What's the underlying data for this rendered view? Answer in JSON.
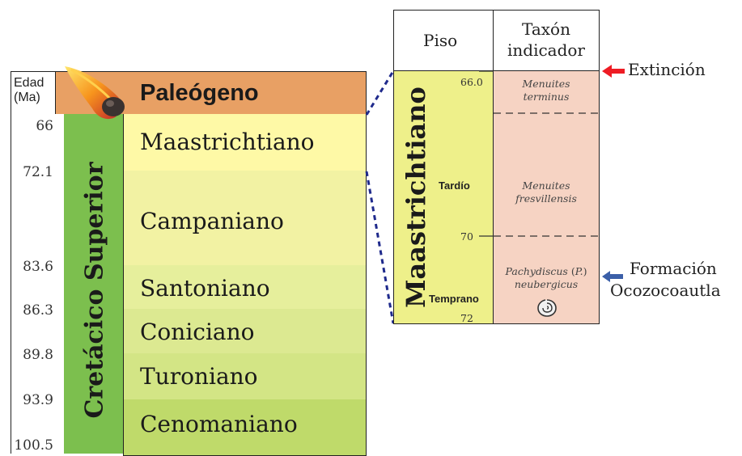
{
  "left_table": {
    "header_label": "Edad\n(Ma)",
    "era_label": "Paleógeno",
    "series_label": "Cretácico Superior",
    "ages": [
      "66",
      "72.1",
      "83.6",
      "86.3",
      "89.8",
      "93.9",
      "100.5"
    ],
    "stages": [
      "Maastrichtiano",
      "Campaniano",
      "Santoniano",
      "Coniciano",
      "Turoniano",
      "Cenomaniano"
    ]
  },
  "right_table": {
    "col_piso": "Piso",
    "col_taxon": "Taxón\nindicador",
    "stage_label": "Maastrichtiano",
    "substage_late": "Tardío",
    "substage_early": "Temprano",
    "ages": [
      "66.0",
      "70",
      "72"
    ],
    "taxa": [
      {
        "genus": "Menuites",
        "species": "terminus"
      },
      {
        "genus": "Menuites",
        "species": "fresvillensis"
      },
      {
        "genus": "Pachydiscus",
        "subgenus": "P.",
        "species": "neubergicus"
      }
    ]
  },
  "annotations": {
    "extinction": "Extinción",
    "formation_line1": "Formación",
    "formation_line2": "Ocozocoautla"
  },
  "colors": {
    "paleogene": "#e8a064",
    "series_green": "#7cbf4e",
    "maastrichtian": "#fef9a6",
    "campanian": "#f2f2a3",
    "santonian": "#e6ef9c",
    "coniacian": "#dce991",
    "turonian": "#d3e585",
    "cenomanian": "#bfda6a",
    "piso_col": "#eef08a",
    "taxon_col": "#f6d3c3",
    "connector": "#1f2a8c",
    "arrow_red": "#ee1c24",
    "arrow_blue": "#3b5fa8"
  },
  "icons": [
    "meteor-icon",
    "ammonite-icon"
  ]
}
